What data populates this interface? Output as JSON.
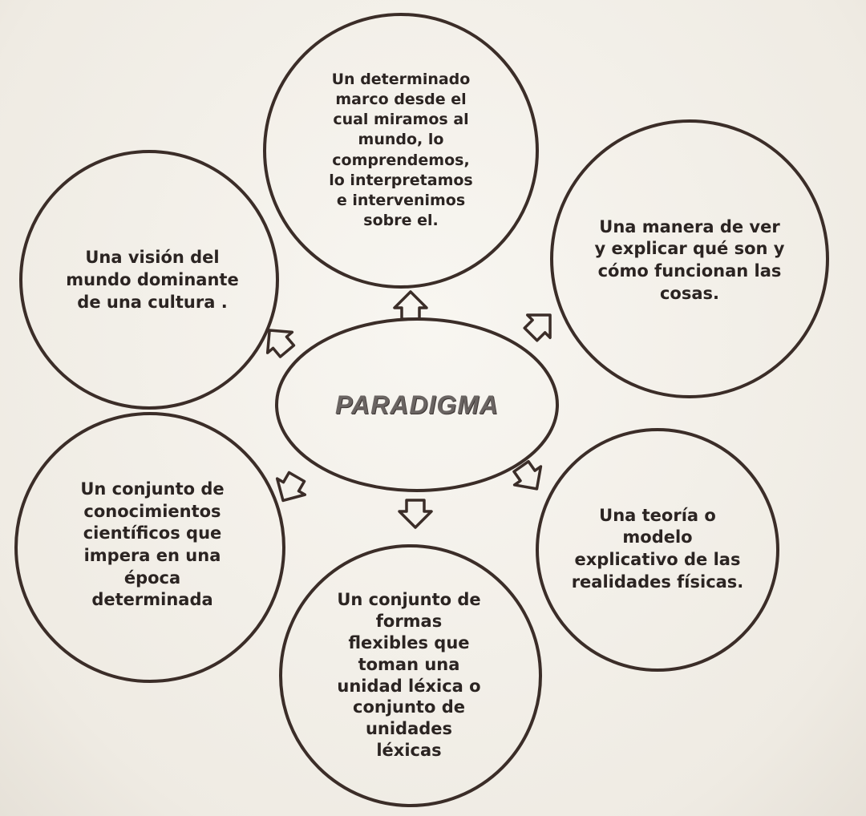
{
  "center": {
    "text": "PARADIGMA"
  },
  "nodes": {
    "top": "Un determinado\nmarco desde el\ncual miramos al\nmundo, lo\ncomprendemos,\nlo interpretamos\ne intervenimos\nsobre el.",
    "upper_right": "Una manera de ver\ny explicar qué son y\ncómo funcionan las\ncosas.",
    "lower_right": "Una teoría o\nmodelo\nexplicativo de las\nrealidades físicas.",
    "bottom": "Un conjunto de\nformas\nflexibles que\ntoman una\nunidad léxica o\nconjunto de\nunidades\nléxicas",
    "lower_left": "Un conjunto de\nconocimientos\ncientíficos que\nimpera en una\népoca\ndeterminada",
    "upper_left": "Una visión del\nmundo dominante\nde una cultura   ."
  },
  "colors": {
    "stroke": "#3b2d28",
    "text": "#2b2422"
  }
}
